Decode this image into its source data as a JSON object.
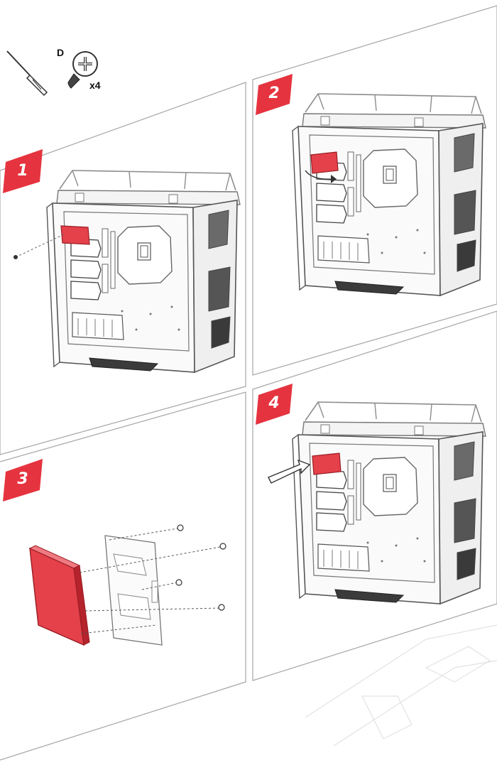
{
  "tools": {
    "screw_label": "D",
    "quantity_label": "x4"
  },
  "steps": [
    {
      "number": "1"
    },
    {
      "number": "2"
    },
    {
      "number": "3"
    },
    {
      "number": "4"
    }
  ],
  "colors": {
    "accent_red": "#e5343f",
    "drive_red": "#e4414b",
    "line": "#9a9a9a",
    "dark": "#2b2b2b"
  }
}
